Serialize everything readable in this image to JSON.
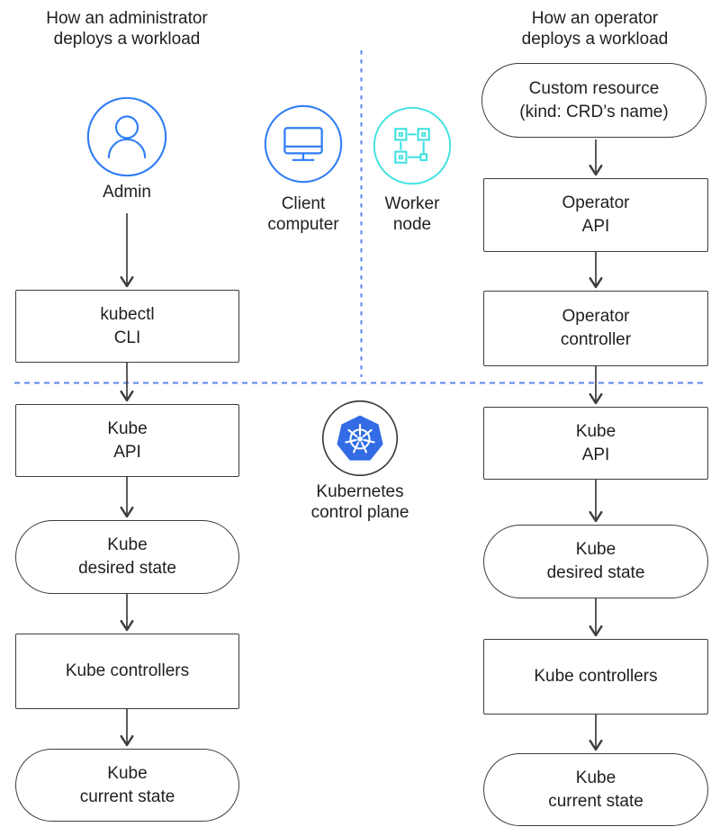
{
  "admin_flow": {
    "heading": "How an administrator\ndeploys a workload",
    "actor_label": "Admin",
    "kubectl_cli": "kubectl\nCLI",
    "kube_api": "Kube\nAPI",
    "kube_desired_state": "Kube\ndesired state",
    "kube_controllers": "Kube controllers",
    "kube_current_state": "Kube\ncurrent state"
  },
  "operator_flow": {
    "heading": "How an operator\ndeploys a workload",
    "custom_resource": "Custom resource\n(kind: CRD’s name)",
    "operator_api": "Operator\nAPI",
    "operator_controller": "Operator\ncontroller",
    "kube_api": "Kube\nAPI",
    "kube_desired_state": "Kube\ndesired state",
    "kube_controllers": "Kube controllers",
    "kube_current_state": "Kube\ncurrent state"
  },
  "middle": {
    "client_computer_label": "Client\ncomputer",
    "worker_node_label": "Worker\nnode",
    "kubernetes_label": "Kubernetes\ncontrol plane"
  },
  "icons": {
    "admin": "person-circle-icon",
    "client_computer": "monitor-circle-icon",
    "worker_node": "cluster-nodes-circle-icon",
    "kubernetes": "kubernetes-helm-wheel-icon"
  },
  "colors": {
    "accent_blue": "#2e7cf6",
    "icon_teal": "#3ee0e0",
    "kubernetes_blue": "#326ce5",
    "divider_blue": "#5c86ee",
    "border_gray": "#3d3d3d",
    "line_gray": "#3d3d3d",
    "text_dark": "#1f1f1f"
  }
}
